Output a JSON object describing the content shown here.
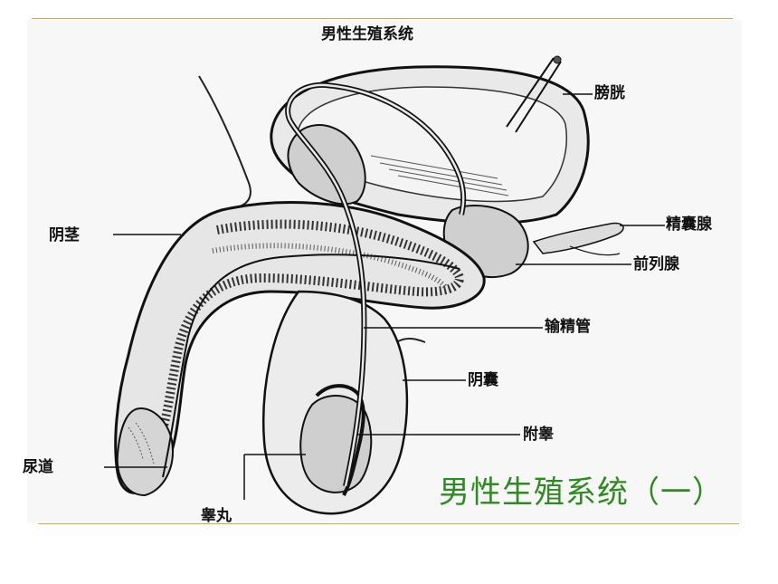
{
  "diagram": {
    "title": "男性生殖系统",
    "labels": {
      "bladder": "膀胱",
      "seminal_vesicle": "精囊腺",
      "prostate": "前列腺",
      "penis": "阴茎",
      "vas_deferens": "输精管",
      "scrotum": "阴囊",
      "epididymis": "附睾",
      "urethra": "尿道",
      "testis": "睾丸"
    }
  },
  "slide": {
    "title": "男性生殖系统（一）",
    "title_color": "#2e8b22",
    "rule_color": "#d6a345"
  }
}
